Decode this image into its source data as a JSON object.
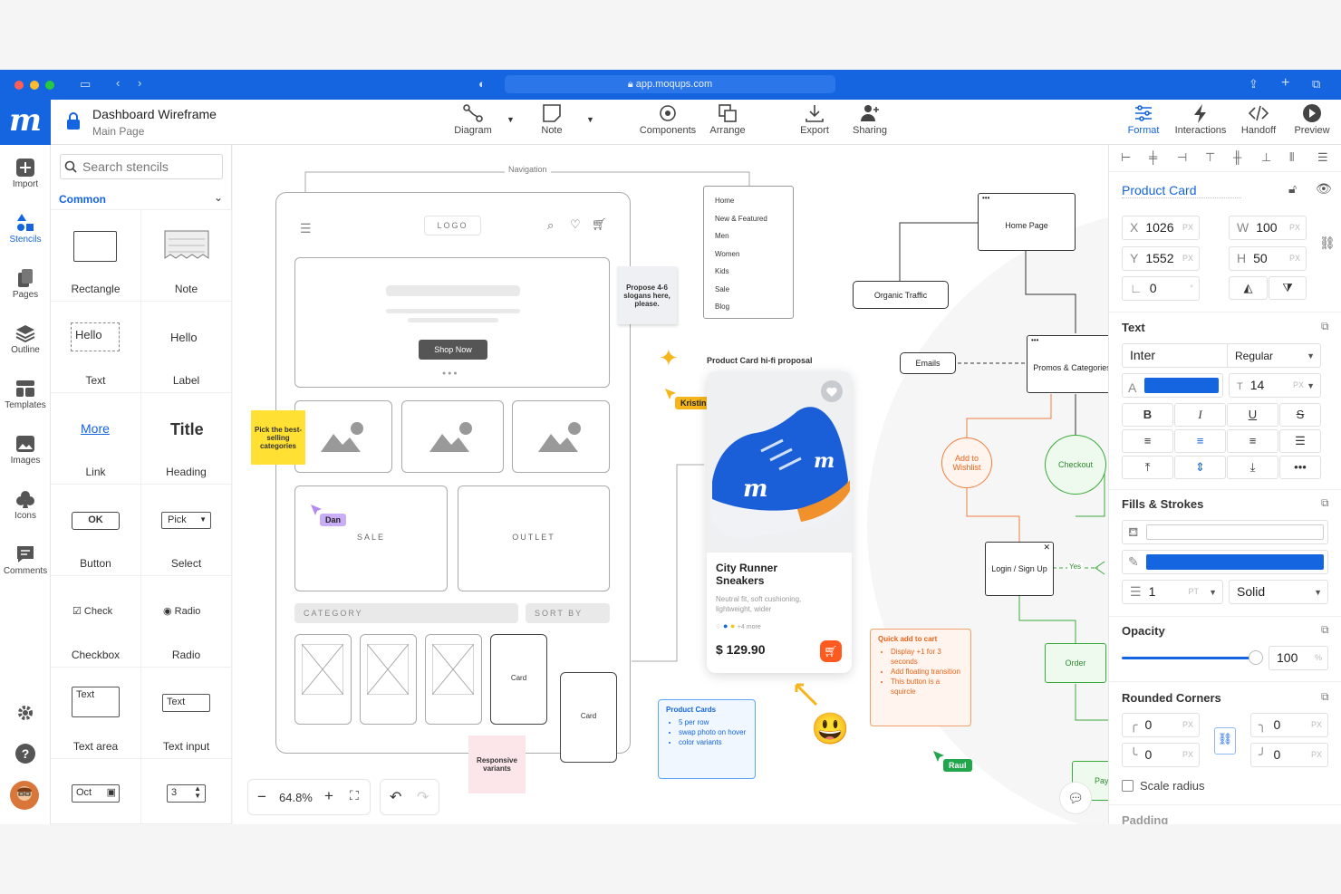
{
  "browser": {
    "url": "app.moqups.com"
  },
  "header": {
    "logo": "m",
    "doc_title": "Dashboard Wireframe",
    "page_name": "Main Page"
  },
  "toolbar": {
    "diagram": "Diagram",
    "note": "Note",
    "components": "Components",
    "arrange": "Arrange",
    "export": "Export",
    "sharing": "Sharing",
    "format": "Format",
    "interactions": "Interactions",
    "handoff": "Handoff",
    "preview": "Preview"
  },
  "leftnav": {
    "import": "Import",
    "stencils": "Stencils",
    "pages": "Pages",
    "outline": "Outline",
    "templates": "Templates",
    "images": "Images",
    "icons": "Icons",
    "comments": "Comments"
  },
  "stencils": {
    "search_placeholder": "Search stencils",
    "category": "Common",
    "items": [
      {
        "label": "Rectangle"
      },
      {
        "label": "Note"
      },
      {
        "label": "Text",
        "preview": "Hello"
      },
      {
        "label": "Label",
        "preview": "Hello"
      },
      {
        "label": "Link",
        "preview": "More"
      },
      {
        "label": "Heading",
        "preview": "Title"
      },
      {
        "label": "Button",
        "preview": "OK"
      },
      {
        "label": "Select",
        "preview": "Pick"
      },
      {
        "label": "Checkbox",
        "preview": "Check"
      },
      {
        "label": "Radio",
        "preview": "Radio"
      },
      {
        "label": "Text area",
        "preview": "Text"
      },
      {
        "label": "Text input",
        "preview": "Text"
      },
      {
        "preview": "Oct"
      },
      {
        "preview": "3"
      }
    ]
  },
  "canvas": {
    "navigation_label": "Navigation",
    "logo": "LOGO",
    "shop_now": "Shop Now",
    "sale": "SALE",
    "outlet": "OUTLET",
    "category": "CATEGORY",
    "sort_by": "SORT BY",
    "card1": "Card",
    "card2": "Card",
    "menu": [
      "Home",
      "New & Featured",
      "Men",
      "Women",
      "Kids",
      "Sale",
      "Blog"
    ],
    "note_propose": "Propose 4-6 slogans here, please.",
    "note_pick": "Pick the best-selling categories",
    "note_responsive": "Responsive variants",
    "product_proposal": "Product Card hi-fi proposal",
    "product": {
      "name": "City Runner Sneakers",
      "desc": "Neutral fit, soft cushioning, lightweight, wider",
      "more": "+4 more",
      "price": "$ 129.90"
    },
    "cursors": {
      "kristin": "Kristin",
      "dan": "Dan",
      "raul": "Raul"
    },
    "quick_title": "Quick add to cart",
    "quick_items": [
      "Display +1 for 3 seconds",
      "Add floating transition",
      "This button is a squircle"
    ],
    "cards_title": "Product Cards",
    "cards_items": [
      "5 per row",
      "swap photo on hover",
      "color variants"
    ],
    "flow": {
      "home": "Home Page",
      "organic": "Organic Traffic",
      "emails": "Emails",
      "promos": "Promos & Categories",
      "wishlist": "Add to Wishlist",
      "checkout": "Checkout",
      "login": "Login / Sign Up",
      "yes": "Yes",
      "order": "Order",
      "pay": "Pay"
    },
    "zoom": "64.8%"
  },
  "panel": {
    "title": "Product Card",
    "x": "1026",
    "y": "1552",
    "w": "100",
    "h": "50",
    "rot": "0",
    "px": "PX",
    "text_section": "Text",
    "font": "Inter",
    "weight": "Regular",
    "size": "14",
    "fills_section": "Fills & Strokes",
    "stroke_width": "1",
    "stroke_unit": "PT",
    "stroke_style": "Solid",
    "opacity_section": "Opacity",
    "opacity": "100",
    "opacity_fraction": 1.0,
    "corners_section": "Rounded Corners",
    "c1": "0",
    "c2": "0",
    "c3": "0",
    "c4": "0",
    "scale_radius": "Scale radius",
    "padding_section": "Padding",
    "accent": "#1565e0"
  }
}
